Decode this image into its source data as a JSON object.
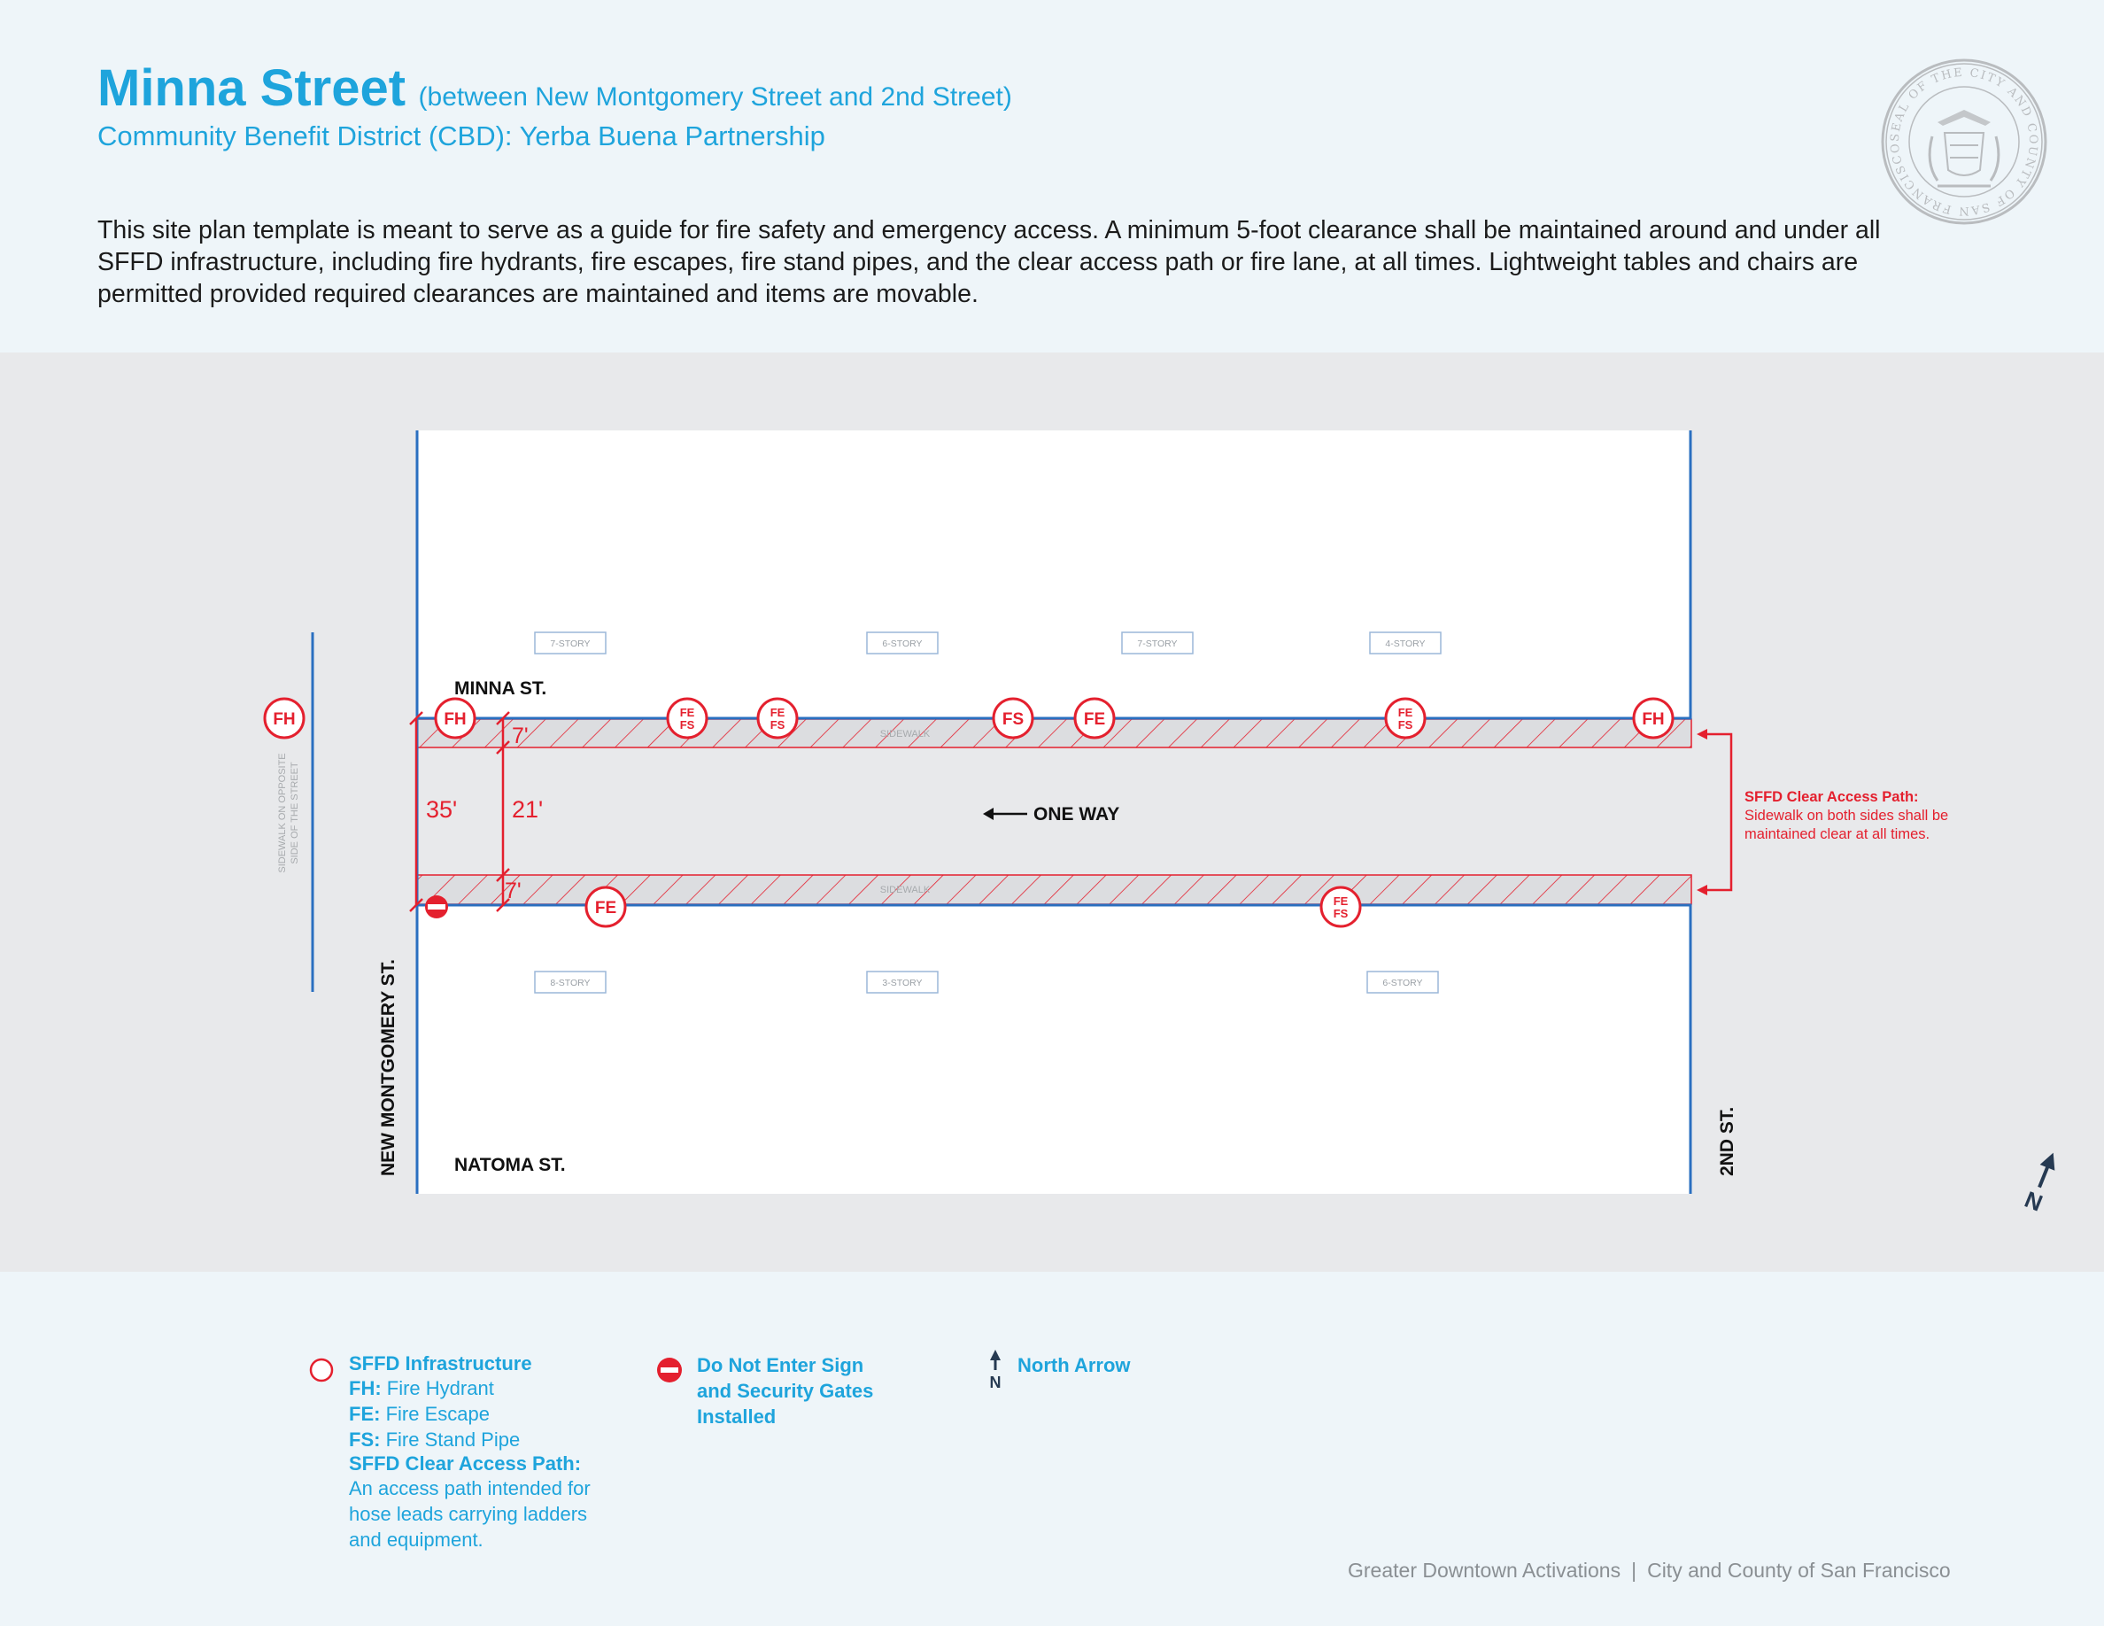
{
  "header": {
    "title": "Minna Street",
    "subtitle": "(between New Montgomery Street and 2nd Street)",
    "cbd": "Community Benefit District (CBD): Yerba Buena Partnership",
    "description": "This site plan template is meant to serve as a guide for fire safety and emergency access. A minimum 5-foot clearance shall be maintained around and under all SFFD infrastructure, including fire hydrants, fire escapes, fire stand pipes, and the clear access path or fire lane, at all times. Lightweight tables and chairs are permitted provided required clearances are maintained and items are movable.",
    "seal_text": "SEAL OF THE CITY AND COUNTY OF SAN FRANCISCO"
  },
  "map": {
    "streets": {
      "minna": "MINNA ST.",
      "natoma": "NATOMA ST.",
      "new_montgomery": "NEW MONTGOMERY ST.",
      "second": "2ND ST."
    },
    "opposite_sidewalk": [
      "SIDEWALK ON OPPOSITE",
      "SIDE OF THE STREET"
    ],
    "sidewalk_label": "SIDEWALK",
    "one_way": "ONE WAY",
    "dimensions": {
      "total": "35'",
      "street": "21'",
      "sidewalk_top": "7'",
      "sidewalk_bottom": "7'"
    },
    "buildings_north": [
      "7-STORY",
      "6-STORY",
      "7-STORY",
      "4-STORY"
    ],
    "buildings_south": [
      "8-STORY",
      "3-STORY",
      "6-STORY"
    ],
    "infrastructure_north": [
      {
        "lines": [
          "FH"
        ]
      },
      {
        "lines": [
          "FH"
        ]
      },
      {
        "lines": [
          "FE",
          "FS"
        ]
      },
      {
        "lines": [
          "FE",
          "FS"
        ]
      },
      {
        "lines": [
          "FS"
        ]
      },
      {
        "lines": [
          "FE"
        ]
      },
      {
        "lines": [
          "FE",
          "FS"
        ]
      },
      {
        "lines": [
          "FH"
        ]
      }
    ],
    "infrastructure_south": [
      {
        "lines": [
          "FE"
        ]
      },
      {
        "lines": [
          "FE",
          "FS"
        ]
      }
    ],
    "clear_path_note": {
      "title": "SFFD Clear Access Path:",
      "lines": [
        "Sidewalk on both sides shall be",
        "maintained clear at all times."
      ]
    },
    "north_label": "N"
  },
  "legend": {
    "infra_title": "SFFD Infrastructure",
    "fh_key": "FH:",
    "fh_value": "Fire Hydrant",
    "fe_key": "FE:",
    "fe_value": "Fire Escape",
    "fs_key": "FS:",
    "fs_value": "Fire Stand Pipe",
    "path_title": "SFFD Clear Access Path:",
    "path_desc": [
      "An access path intended for",
      "hose leads carrying ladders",
      "and equipment."
    ],
    "dne_lines": [
      "Do Not Enter Sign",
      "and Security Gates",
      "Installed"
    ],
    "north_label": "North Arrow",
    "north_letter": "N"
  },
  "footer": {
    "left": "Greater Downtown Activations",
    "separator": "|",
    "right": "City and County of San Francisco"
  },
  "colors": {
    "accent_blue": "#1ea4dc",
    "infrastructure_red": "#e4202e",
    "property_line_blue": "#2a6fc0",
    "map_background": "#e8e9eb"
  }
}
